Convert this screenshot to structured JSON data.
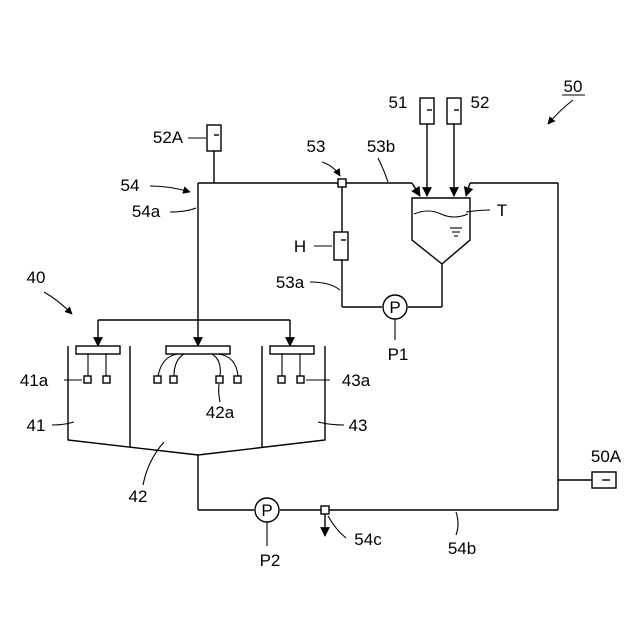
{
  "labels": {
    "system": "50",
    "bath_group": "40",
    "bath_41": "41",
    "bath_42": "42",
    "bath_43": "43",
    "nozzle_41a": "41a",
    "nozzle_42a": "42a",
    "nozzle_43a": "43a",
    "line_53": "53",
    "line_53a": "53a",
    "line_53b": "53b",
    "line_54": "54",
    "line_54a": "54a",
    "line_54b": "54b",
    "line_54c": "54c",
    "supply_51": "51",
    "supply_52": "52",
    "sensor_52A": "52A",
    "sensor_50A": "50A",
    "heater": "H",
    "tank": "T",
    "pump_1": "P1",
    "pump_2": "P2",
    "pump_symbol": "P"
  }
}
